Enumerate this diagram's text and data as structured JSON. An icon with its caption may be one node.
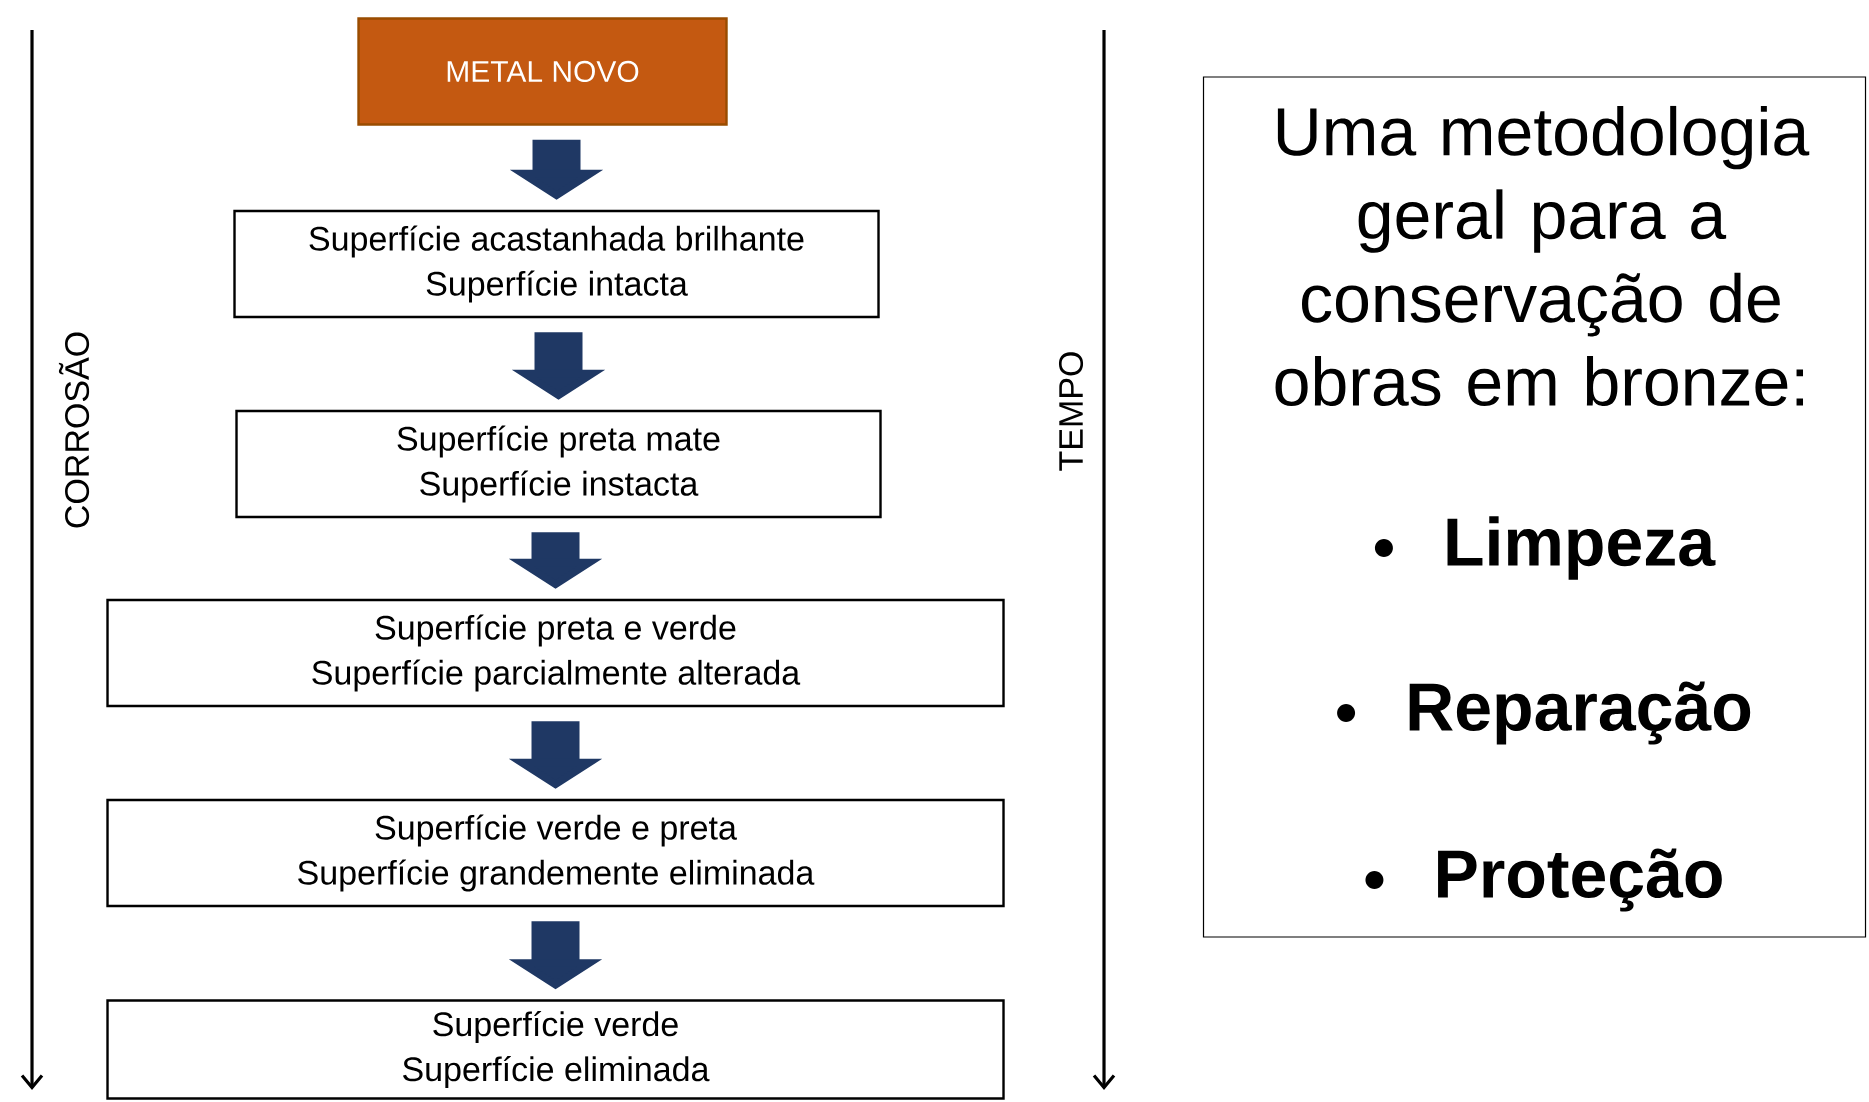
{
  "diagram": {
    "nodes": [
      {
        "text": [
          "METAL NOVO"
        ]
      },
      {
        "text": [
          "Superfície acastanhada brilhante",
          "Superfície intacta"
        ]
      },
      {
        "text": [
          "Superfície preta mate",
          "Superfície instacta"
        ]
      },
      {
        "text": [
          "Superfície preta e verde",
          "Superfície parcialmente alterada"
        ]
      },
      {
        "text": [
          "Superfície verde e preta",
          "Superfície grandemente eliminada"
        ]
      },
      {
        "text": [
          "Superfície verde",
          "Superfície eliminada"
        ]
      },
      {
        "text": [
          "Uma metodologia geral para a conservação de obras em bronze:",
          "Limpeza",
          "Reparação",
          "Proteção"
        ]
      }
    ],
    "edges": [
      {
        "from": 0,
        "to": 1,
        "arrow": "to"
      },
      {
        "from": 1,
        "to": 2,
        "arrow": "to"
      },
      {
        "from": 2,
        "to": 3,
        "arrow": "to"
      },
      {
        "from": 3,
        "to": 4,
        "arrow": "to"
      },
      {
        "from": 4,
        "to": 5,
        "arrow": "to"
      }
    ],
    "labels": [
      "CORROSÃO",
      "TEMPO"
    ]
  }
}
